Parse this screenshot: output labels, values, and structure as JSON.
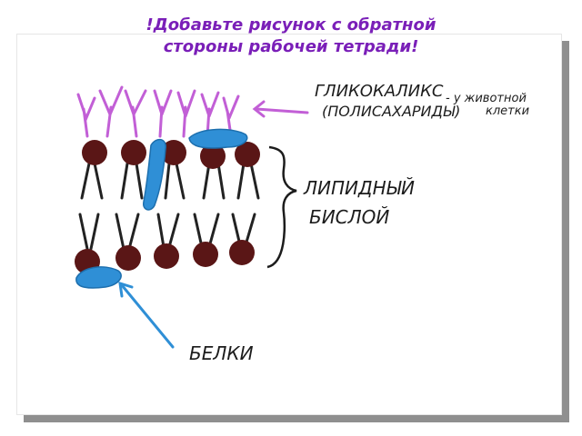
{
  "slide": {
    "title_line1": "!Добавьте рисунок  с обратной",
    "title_line2": "стороны рабочей тетради!"
  },
  "drawing": {
    "label_glycocalyx": "ГЛИКОКАЛИКС",
    "label_polysaccharides": "(ПОЛИСАХАРИДЫ)",
    "note_animal_line1": "- у животной",
    "note_animal_line2": "клетки",
    "label_lipid_line1": "ЛИПИДНЫЙ",
    "label_lipid_line2": "БИСЛОЙ",
    "label_proteins": "БЕЛКИ"
  },
  "colors": {
    "title": "#7a1fb8",
    "glycocalyx": "#c25fd6",
    "lipid_head": "#5a1616",
    "lipid_tail": "#222222",
    "protein": "#2f8fd6",
    "arrow_proteins": "#2f8fd6",
    "ink": "#1c1c1c"
  }
}
